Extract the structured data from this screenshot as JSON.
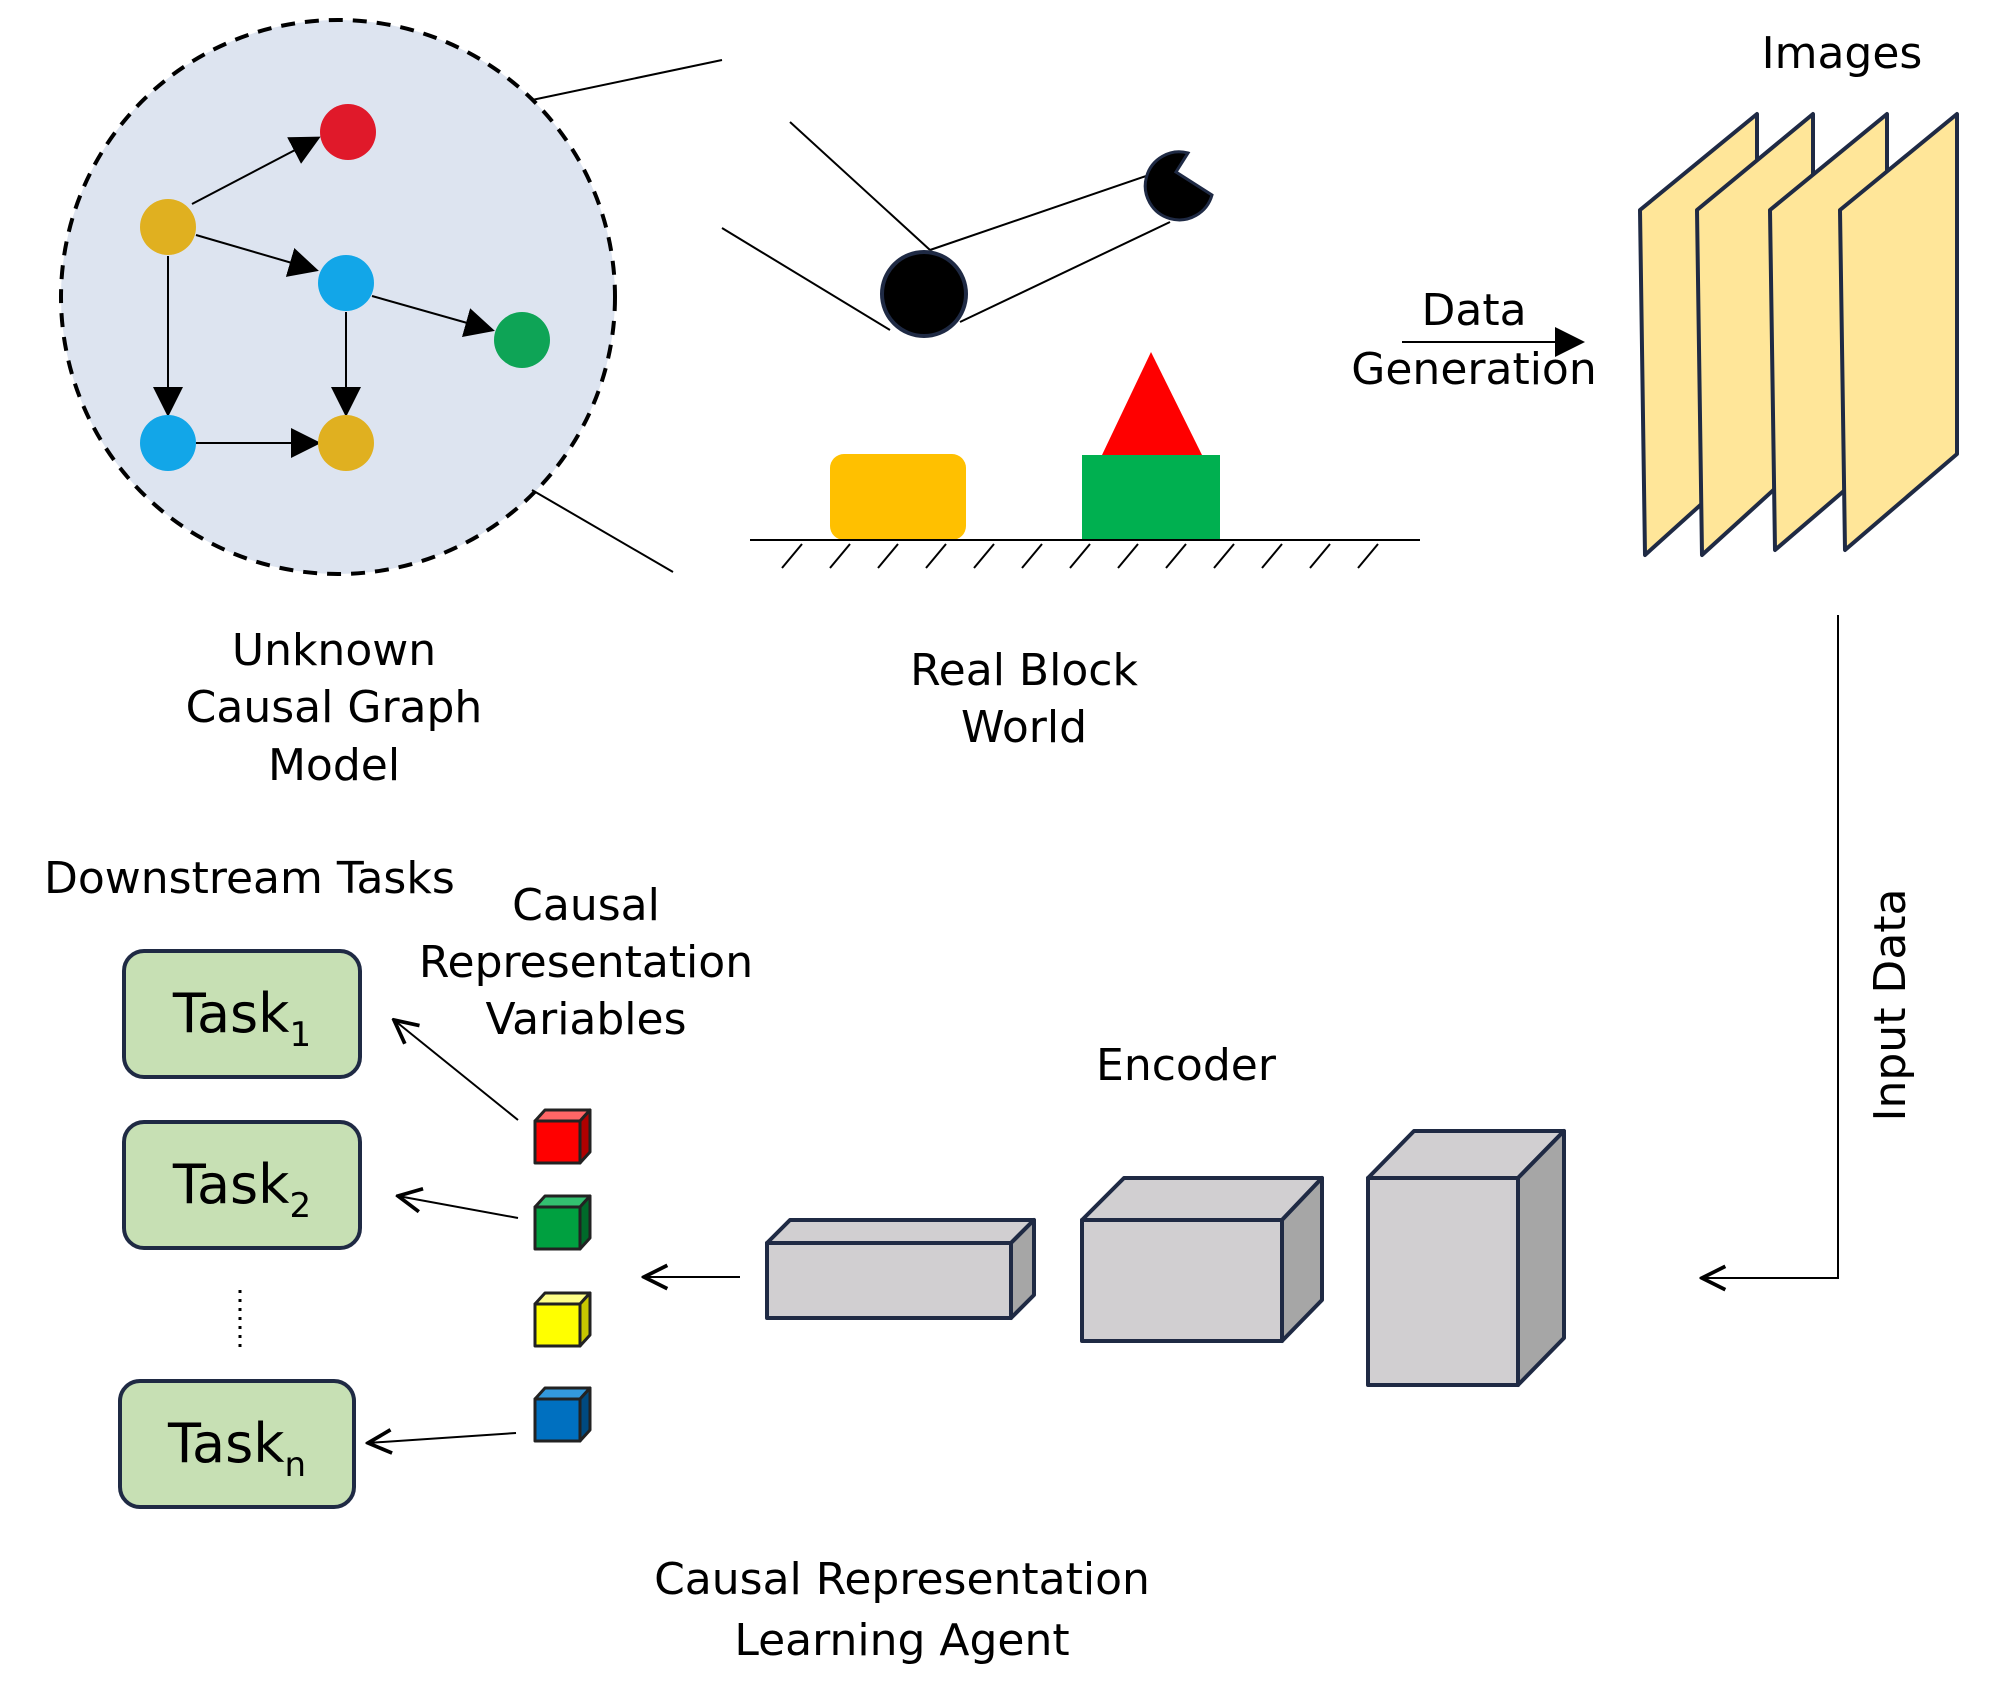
{
  "labels": {
    "unknown_graph": [
      "Unknown",
      "Causal Graph",
      "Model"
    ],
    "real_block": [
      "Real Block",
      "World"
    ],
    "data_generation": [
      "Data",
      "Generation"
    ],
    "images": "Images",
    "input_data": "Input Data",
    "encoder": "Encoder",
    "downstream": "Downstream Tasks",
    "causal_vars": [
      "Causal",
      "Representation",
      "Variables"
    ],
    "agent": [
      "Causal Representation",
      "Learning Agent"
    ]
  },
  "tasks": [
    {
      "base": "Task",
      "sub": "1"
    },
    {
      "base": "Task",
      "sub": "2"
    },
    {
      "base": "Task",
      "sub": "n"
    }
  ],
  "colors": {
    "graph_bg": "#dde4f0",
    "node_red": "#e0192a",
    "node_gold": "#e0b020",
    "node_blue": "#12a6e8",
    "node_green": "#0ea456",
    "block_yellow": "#ffc000",
    "block_green": "#00b050",
    "triangle_red": "#ff0000",
    "image_fill": "#ffe699",
    "image_stroke": "#1f2a44",
    "encoder_front": "#d1cfd1",
    "encoder_side": "#a6a6a6",
    "task_fill": "#c7e0b4",
    "cube_red": "#ff0000",
    "cube_green": "#00a040",
    "cube_yellow": "#ffff00",
    "cube_blue": "#0070c0"
  }
}
